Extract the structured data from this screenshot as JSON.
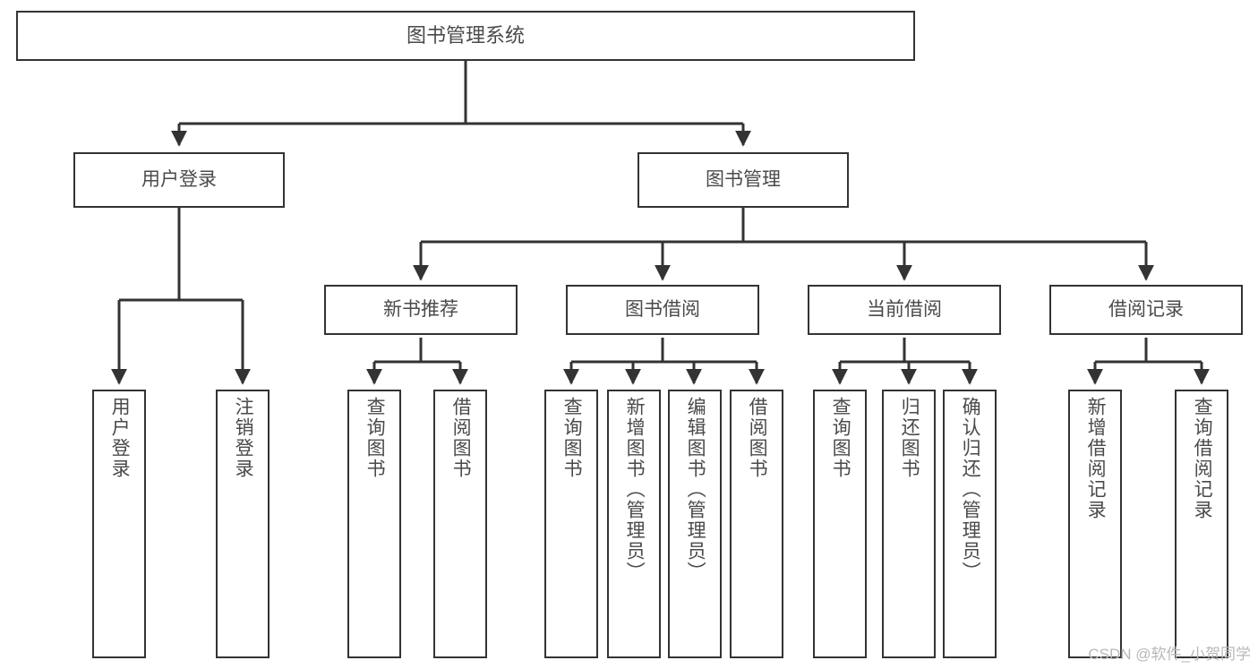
{
  "diagram": {
    "title": "图书管理系统",
    "root": {
      "label": "图书管理系统"
    },
    "level2": [
      {
        "label": "用户登录"
      },
      {
        "label": "图书管理"
      }
    ],
    "level3": [
      {
        "label": "新书推荐"
      },
      {
        "label": "图书借阅"
      },
      {
        "label": "当前借阅"
      },
      {
        "label": "借阅记录"
      }
    ],
    "leaves": [
      {
        "label": "用户登录",
        "parent": "用户登录"
      },
      {
        "label": "注销登录",
        "parent": "用户登录"
      },
      {
        "label": "查询图书",
        "parent": "新书推荐"
      },
      {
        "label": "借阅图书",
        "parent": "新书推荐"
      },
      {
        "label": "查询图书",
        "parent": "图书借阅"
      },
      {
        "label": "新增图书（管理员）",
        "parent": "图书借阅"
      },
      {
        "label": "编辑图书（管理员）",
        "parent": "图书借阅"
      },
      {
        "label": "借阅图书",
        "parent": "图书借阅"
      },
      {
        "label": "查询图书",
        "parent": "当前借阅"
      },
      {
        "label": "归还图书",
        "parent": "当前借阅"
      },
      {
        "label": "确认归还（管理员）",
        "parent": "当前借阅"
      },
      {
        "label": "新增借阅记录",
        "parent": "借阅记录"
      },
      {
        "label": "查询借阅记录",
        "parent": "借阅记录"
      }
    ],
    "watermark": "CSDN @软件_小贺同学",
    "colors": {
      "border": "#333333",
      "text": "#4a4a4a",
      "background": "#ffffff",
      "watermark": "#b8b8b8"
    }
  }
}
